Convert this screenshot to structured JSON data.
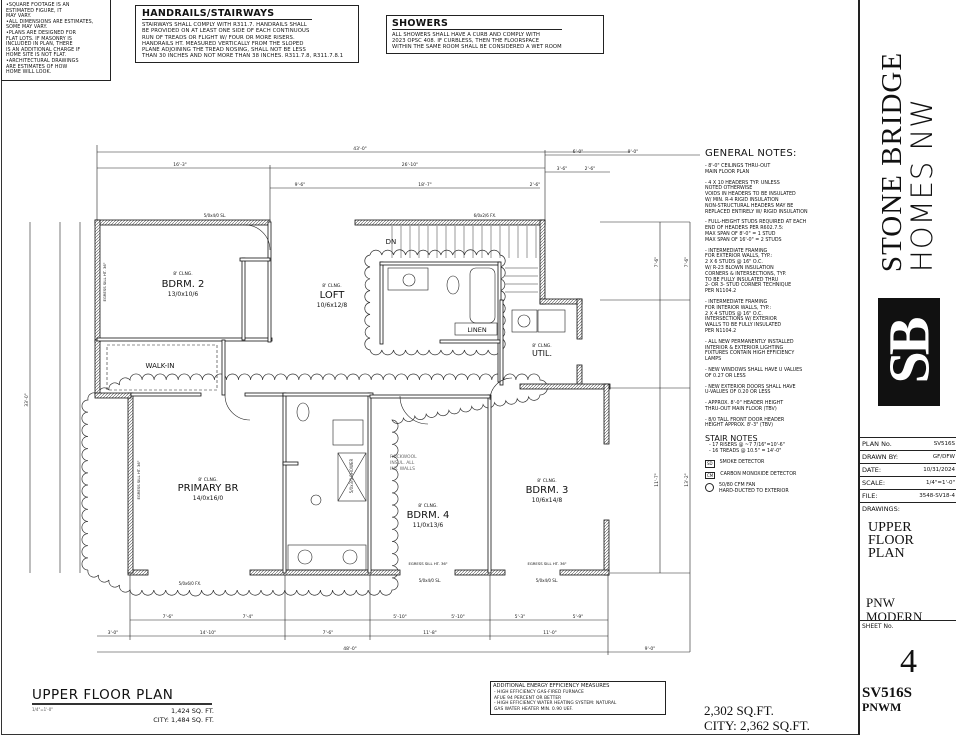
{
  "notes_box": {
    "lines": "•SQUARE FOOTAGE IS AN\n ESTIMATED FIGURE, IT\n MAY VARY.\n•ALL DIMENSIONS ARE ESTIMATES,\n SOME MAY VARY.\n•PLANS ARE DESIGNED FOR\n FLAT LOTS. IF MASONRY IS\n INCLUDED IN PLAN, THERE\n IS AN ADDITIONAL CHARGE IF\n HOME SITE IS NOT FLAT.\n•ARCHITECTURAL DRAWINGS\n ARE ESTIMATES OF HOW\n HOME WILL LOOK."
  },
  "handrails": {
    "title": "HANDRAILS/STAIRWAYS",
    "body": "STAIRWAYS SHALL COMPLY WITH R311.7. HANDRAILS SHALL\nBE PROVIDED ON AT LEAST ONE SIDE OF EACH CONTINUOUS\nRUN OF TREADS OR FLIGHT W/ FOUR OR MORE RISERS.\nHANDRAILS HT. MEASURED VERTICALLY FROM THE SLOPED\nPLANE ADJOINING THE TREAD NOSING, SHALL NOT BE LESS\nTHAN 30 INCHES AND NOT MORE THAN 38 INCHES. R311.7.8, R311.7.8.1"
  },
  "showers": {
    "title": "SHOWERS",
    "body": "ALL SHOWERS SHALL HAVE A CURB AND COMPLY WITH\n2023 OPSC 408. IF CURBLESS, THEN THE FLOORSPACE\nWITHIN THE SAME ROOM SHALL BE CONSIDERED A WET ROOM"
  },
  "general_notes": {
    "title": "GENERAL NOTES:",
    "items": [
      "- 8'-0\" CEILINGS THRU-OUT\nMAIN FLOOR PLAN",
      "- 4 X 10 HEADERS TYP. UNLESS\nNOTED OTHERWISE\nVOIDS IN HEADERS TO BE INSULATED\nW/ MIN. R-4 RIGID INSULATION\nNON-STRUCTURAL HEADERS MAY BE\nREPLACED ENTIRELY W/ RIGID INSULATION",
      "- FULL-HEIGHT STUDS REQUIRED AT EACH\nEND OF HEADERS PER R602.7.5:\n   MAX SPAN OF 8'-0\" = 1 STUD\n   MAX SPAN OF 16'-0\" = 2 STUDS",
      "- INTERMEDIATE FRAMING\nFOR EXTERIOR WALLS, TYP.:\n2 X 6 STUDS @ 16\" O.C.\nW/ R-23 BLOWN INSULATION\n   CORNERS & INTERSECTIONS, TYP.\n   TO BE FULLY INSULATED THRU\n   2- OR 3- STUD CORNER TECHNIQUE\n   PER N1104.2",
      "- INTERMEDIATE FRAMING\nFOR INTERIOR WALLS, TYP.:\n2 X 4 STUDS @ 16\" O.C.\n   INTERSECTIONS W/ EXTERIOR\n   WALLS TO BE FULLY INSULATED\n   PER N1104.2",
      "- ALL NEW PERMANENTLY INSTALLED\nINTERIOR & EXTERIOR LIGHTING\nFIXTURES CONTAIN HIGH EFFICIENCY\nLAMPS",
      "- NEW WINDOWS SHALL HAVE U VALUES\nOF 0.27 OR LESS",
      "- NEW EXTERIOR DOORS SHALL HAVE\nU-VALUES OF 0.20 OR LESS",
      "- APPROX. 8'-0\" HEADER HEIGHT\nTHRU-OUT MAIN FLOOR (TBV)",
      "- 8/0 TALL FRONT DOOR HEADER\nHEIGHT APPROX. 8'-3\" (TBV)"
    ],
    "stair_title": "STAIR NOTES",
    "stair_items": "- 17 RISERS @ ~7 7/16\"=10'-6\"\n- 16 TREADS @ 10.5\" = 14'-0\"",
    "legend": [
      {
        "symbol": "SD",
        "label": "SMOKE DETECTOR"
      },
      {
        "symbol": "CM",
        "label": "CARBON MONOXIDE DETECTOR"
      },
      {
        "symbol": "fan",
        "label": "50/80 CFM FAN\nHARD-DUCTED TO EXTERIOR"
      }
    ]
  },
  "title_block": {
    "company": "STONE BRIDGE",
    "company2": "HOMES NW",
    "logo": "SB",
    "fields": [
      {
        "label": "PLAN No.",
        "value": "SV516S"
      },
      {
        "label": "DRAWN BY:",
        "value": "GF/DFW"
      },
      {
        "label": "DATE:",
        "value": "10/31/2024"
      },
      {
        "label": "SCALE:",
        "value": "1/4\"=1'-0\""
      },
      {
        "label": "FILE:",
        "value": "3548-SV18-4"
      }
    ],
    "drawings_label": "DRAWINGS:",
    "drawing_title": "UPPER\nFLOOR\nPLAN",
    "style": "PNW\nMODERN",
    "sheet_label": "SHEET No.",
    "sheet_number": "4",
    "plan_code": "SV516S",
    "plan_suffix": "PNWM"
  },
  "plan": {
    "ceiling": "8' CLNG.",
    "rooms": {
      "bdrm2": {
        "name": "BDRM. 2",
        "size": "13/0x10/6"
      },
      "loft": {
        "name": "LOFT",
        "size": "10/6x12/8"
      },
      "primary": {
        "name": "PRIMARY BR",
        "size": "14/0x16/0"
      },
      "bdrm4": {
        "name": "BDRM. 4",
        "size": "11/0x13/6"
      },
      "bdrm3": {
        "name": "BDRM. 3",
        "size": "10/6x14/8"
      },
      "util": {
        "name": "UTIL."
      },
      "walkin": {
        "name": "WALK-IN"
      },
      "linen": {
        "name": "LINEN"
      }
    },
    "labels": {
      "dn": "DN",
      "rockwool": "ROCKWOOL\nINSUL. ALL\nINT. WALLS",
      "win_top1": "5/0x4/0 SL.",
      "win_top2": "6/0x2/6 FX.",
      "win_bot1": "5/0x6/0 FX.",
      "win_bot2": "5/0x4/0 SL.",
      "win_bot3": "5/0x4/0 SL.",
      "egress": "EGRESS SILL HT. 36\"",
      "shower": "5/0x3/0 SHOWER"
    },
    "dims_top": [
      "43'-0\"",
      "16'-3\"",
      "26'-10\"",
      "9'-6\"",
      "18'-7\"",
      "6'-0\"",
      "9'-0\"",
      "3'-6\"",
      "2'-6\"",
      "2'-6\""
    ],
    "dims_bottom": [
      "7'-6\"",
      "7'-4\"",
      "7'-6\"",
      "5'-10\"",
      "5'-10\"",
      "5'-3\"",
      "5'-9\"",
      "3'-0\"",
      "14'-10\"",
      "11'-8\"",
      "11'-0\"",
      "48'-0\"",
      "9'-0\""
    ],
    "dims_side": [
      "33'-0\"",
      "7'-6\"",
      "7'-6\"",
      "13'-2\"",
      "11'-7\""
    ]
  },
  "footer": {
    "title": "UPPER FLOOR PLAN",
    "scale": "1/4\"=1'-0\"",
    "sqft": "1,424 SQ. FT.",
    "city_sqft": "CITY: 1,484 SQ. FT.",
    "energy_title": "ADDITIONAL ENERGY EFFICIENCY MEASURES",
    "energy_body": " - HIGH EFFICIENCY GAS-FIRED FURNACE\nAFUE 94 PERCENT OR BETTER\n - HIGH EFFICIENCY WATER HEATING SYSTEM: NATURAL\nGAS WATER HEATER MIN. 0.90 UEF.",
    "total_sqft": "2,302  SQ.FT.",
    "total_city_sqft": "CITY: 2,362  SQ.FT."
  }
}
